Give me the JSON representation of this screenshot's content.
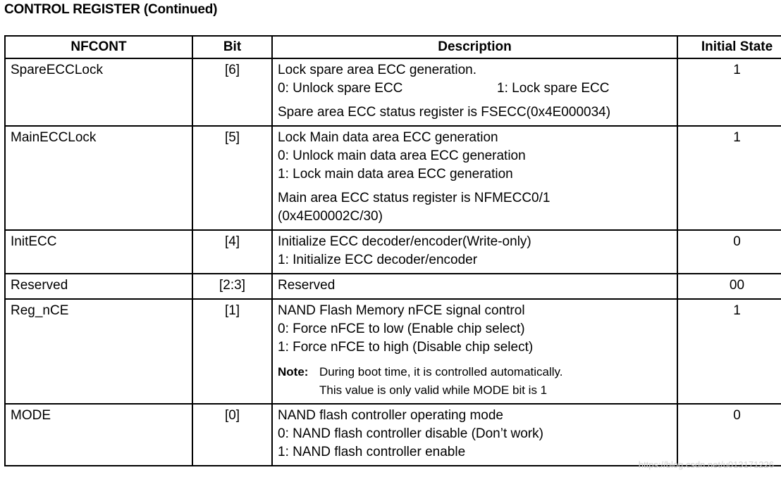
{
  "page_title": "CONTROL REGISTER (Continued)",
  "table": {
    "headers": {
      "name": "NFCONT",
      "bit": "Bit",
      "description": "Description",
      "initial_state": "Initial State"
    },
    "rows": [
      {
        "name": "SpareECCLock",
        "bit": "[6]",
        "initial": "1",
        "desc": {
          "line1": "Lock spare area ECC generation.",
          "opt0": "0: Unlock spare ECC",
          "opt1": "1: Lock spare ECC",
          "para": "Spare area ECC status register is FSECC(0x4E000034)"
        }
      },
      {
        "name": "MainECCLock",
        "bit": "[5]",
        "initial": "1",
        "desc": {
          "line1": "Lock Main data area ECC generation",
          "line2": "0: Unlock main data area ECC generation",
          "line3": "1: Lock main data area ECC generation",
          "para1": "Main area ECC status register is NFMECC0/1",
          "para2": "(0x4E00002C/30)"
        }
      },
      {
        "name": "InitECC",
        "bit": "[4]",
        "initial": "0",
        "desc": {
          "line1": "Initialize ECC decoder/encoder(Write-only)",
          "line2": "1: Initialize ECC decoder/encoder"
        }
      },
      {
        "name": "Reserved",
        "bit": "[2:3]",
        "initial": "00",
        "desc": {
          "line1": "Reserved"
        }
      },
      {
        "name": "Reg_nCE",
        "bit": "[1]",
        "initial": "1",
        "desc": {
          "line1": "NAND Flash Memory nFCE signal control",
          "line2": "0: Force nFCE to low (Enable chip select)",
          "line3": "1: Force nFCE to high (Disable chip select)",
          "note_label": "Note:",
          "note_line1": "During boot time, it is controlled automatically.",
          "note_line2": "This value is only valid while MODE bit is 1"
        }
      },
      {
        "name": "MODE",
        "bit": "[0]",
        "initial": "0",
        "desc": {
          "line1": "NAND flash controller operating mode",
          "line2": "0: NAND flash controller disable (Don’t work)",
          "line3": "1: NAND flash controller enable"
        }
      }
    ]
  },
  "watermark": "https://blog.csdn.net/u013171226"
}
